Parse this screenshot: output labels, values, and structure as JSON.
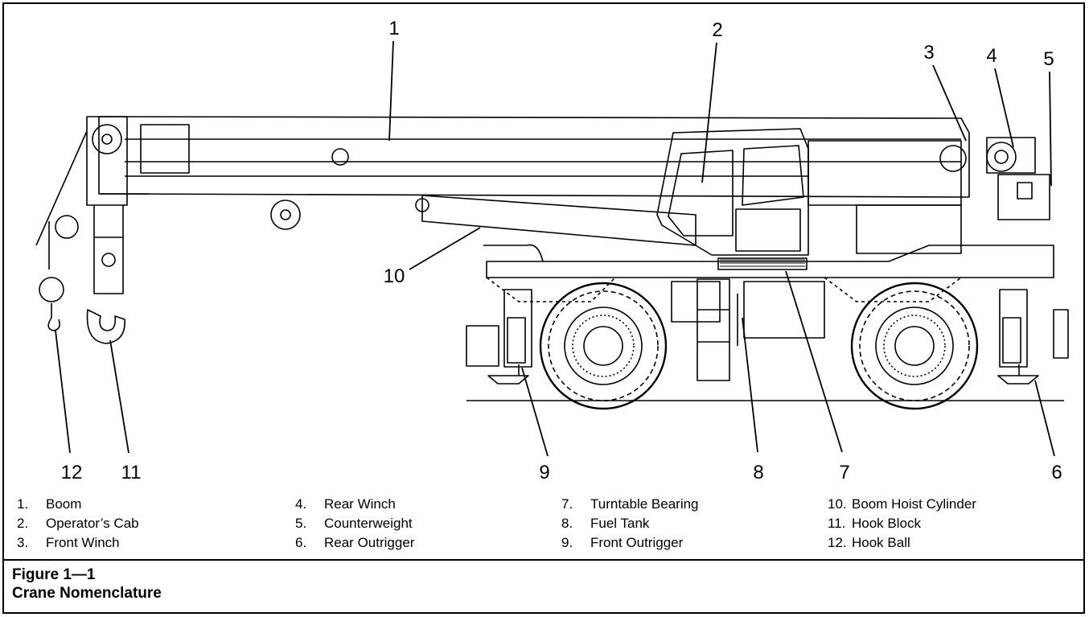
{
  "callouts": [
    "1",
    "2",
    "3",
    "4",
    "5",
    "6",
    "7",
    "8",
    "9",
    "10",
    "11",
    "12"
  ],
  "legend": [
    {
      "num": "1.",
      "label": "Boom"
    },
    {
      "num": "2.",
      "label": "Operator’s Cab"
    },
    {
      "num": "3.",
      "label": "Front Winch"
    },
    {
      "num": "4.",
      "label": "Rear Winch"
    },
    {
      "num": "5.",
      "label": "Counterweight"
    },
    {
      "num": "6.",
      "label": "Rear Outrigger"
    },
    {
      "num": "7.",
      "label": "Turntable Bearing"
    },
    {
      "num": "8.",
      "label": "Fuel Tank"
    },
    {
      "num": "9.",
      "label": "Front Outrigger"
    },
    {
      "num": "10.",
      "label": "Boom Hoist Cylinder"
    },
    {
      "num": "11.",
      "label": "Hook Block"
    },
    {
      "num": "12.",
      "label": "Hook Ball"
    }
  ],
  "caption": {
    "figure": "Figure 1—1",
    "title": "Crane Nomenclature"
  },
  "colors": {
    "line": "#000000",
    "background": "#ffffff"
  }
}
